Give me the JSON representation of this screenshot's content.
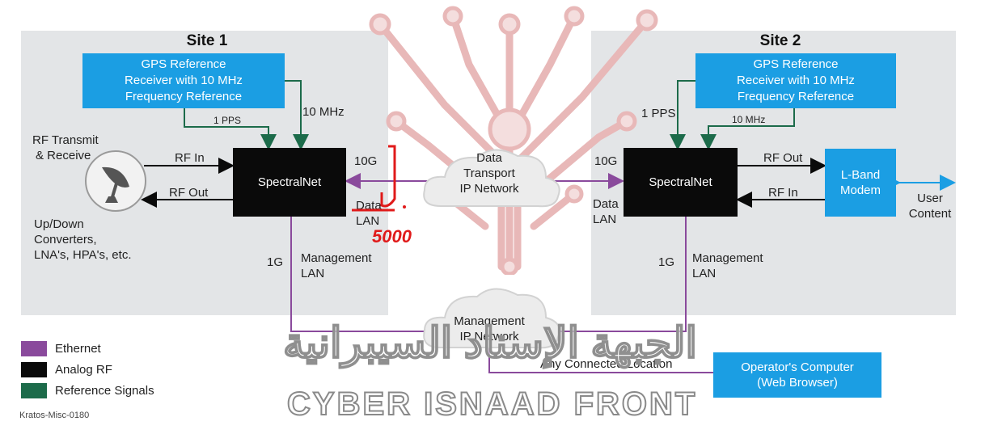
{
  "site1": {
    "title": "Site 1",
    "gps_line1": "GPS Reference",
    "gps_line2": "Receiver with 10 MHz",
    "gps_line3": "Frequency Reference",
    "pps": "1 PPS",
    "mhz": "10 MHz",
    "rf_tx_line1": "RF Transmit",
    "rf_tx_line2": "& Receive",
    "rf_in": "RF In",
    "rf_out": "RF Out",
    "conv_line1": "Up/Down",
    "conv_line2": "Converters,",
    "conv_line3": "LNA's, HPA's, etc.",
    "spectralnet": "SpectralNet",
    "g10": "10G",
    "data": "Data",
    "lan": "LAN",
    "g1": "1G",
    "mgmt": "Management",
    "mgmt_lan": "LAN"
  },
  "site2": {
    "title": "Site 2",
    "gps_line1": "GPS Reference",
    "gps_line2": "Receiver with 10 MHz",
    "gps_line3": "Frequency Reference",
    "pps": "1 PPS",
    "mhz": "10 MHz",
    "spectralnet": "SpectralNet",
    "g10": "10G",
    "data": "Data",
    "lan": "LAN",
    "rf_out": "RF Out",
    "rf_in": "RF In",
    "modem_line1": "L-Band",
    "modem_line2": "Modem",
    "user_line1": "User",
    "user_line2": "Content",
    "g1": "1G",
    "mgmt": "Management",
    "mgmt_lan": "LAN"
  },
  "clouds": {
    "data_line1": "Data",
    "data_line2": "Transport",
    "data_line3": "IP Network",
    "mgmt_line1": "Management",
    "mgmt_line2": "IP Network"
  },
  "operator": {
    "line1": "Operator's Computer",
    "line2": "(Web Browser)",
    "any_location": "Any Connected Location"
  },
  "legend": {
    "ethernet": "Ethernet",
    "analog_rf": "Analog RF",
    "reference": "Reference Signals"
  },
  "colors": {
    "ethernet": "#8a4a9c",
    "analog_rf": "#0a0a0a",
    "reference": "#1c6b4a",
    "blue": "#1b9ee3"
  },
  "caption": "Kratos-Misc-0180",
  "watermark": {
    "latin": "CYBER ISNAAD FRONT",
    "arabic": "الجبهة الإسناد السيبرانية"
  },
  "handwriting": "5000"
}
